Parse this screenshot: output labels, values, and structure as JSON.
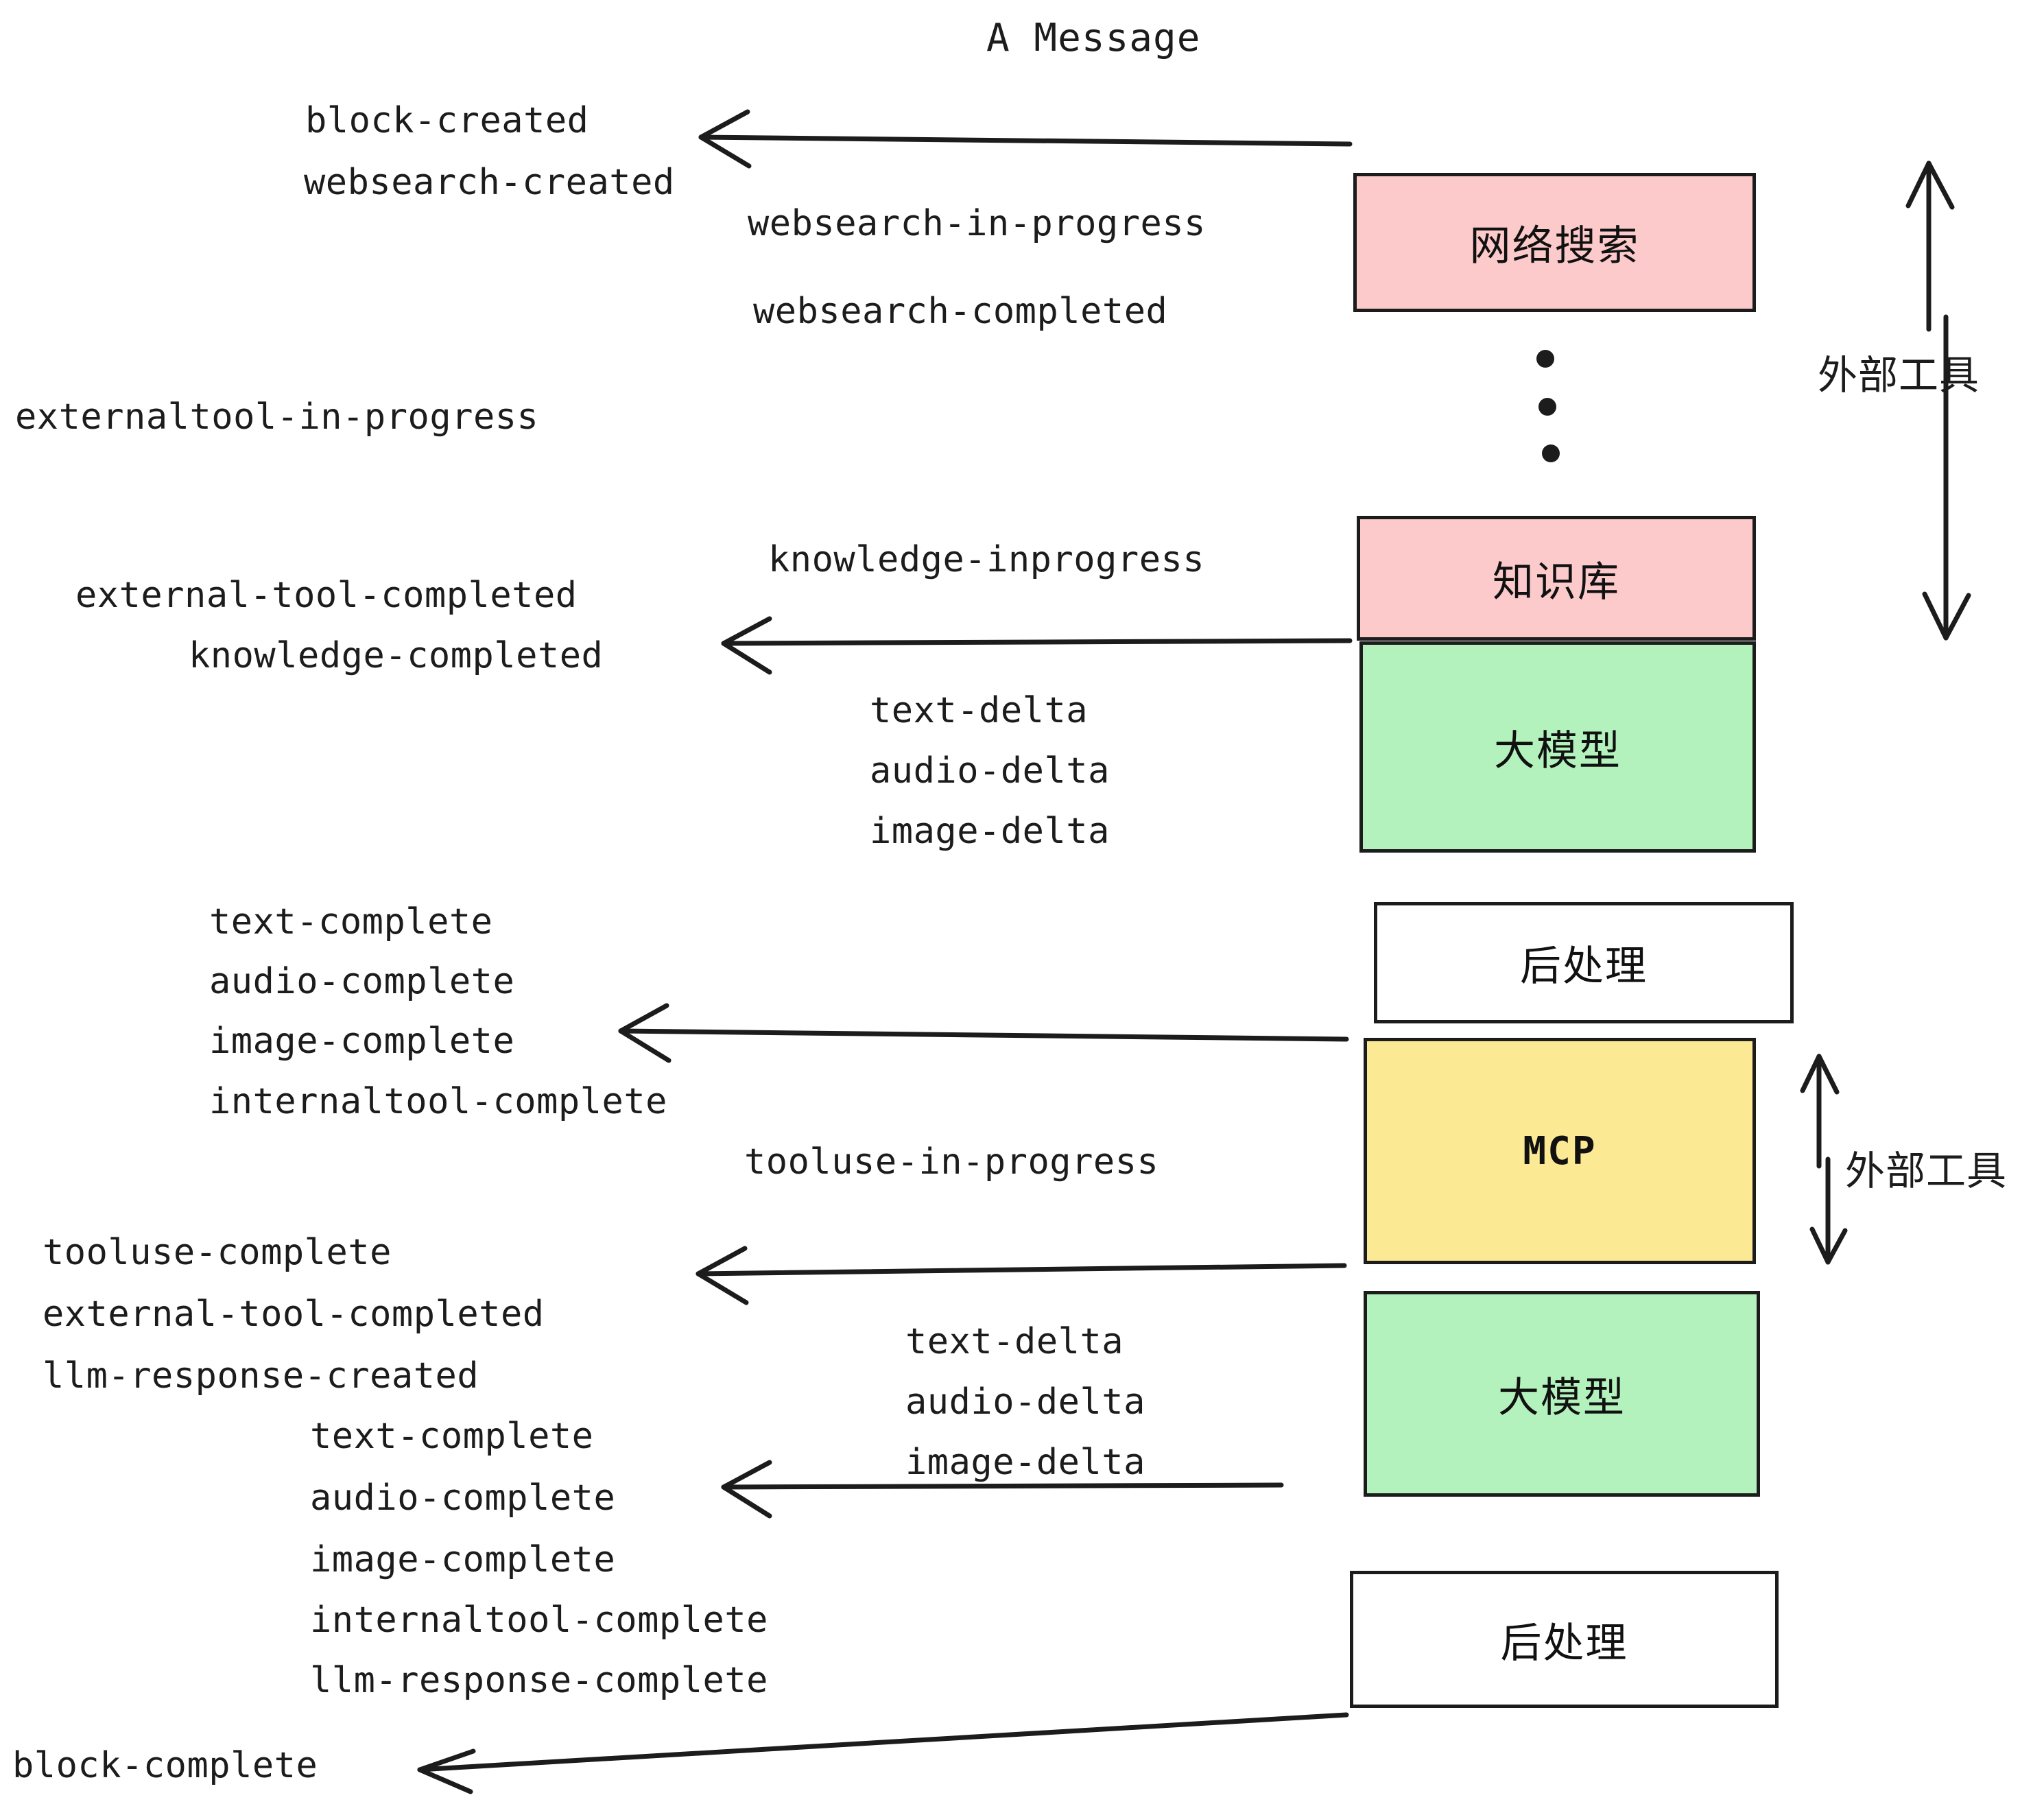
{
  "title": "A Message",
  "colors": {
    "pink": "#FCCACA",
    "green": "#B3F2BC",
    "yellow": "#FCE994",
    "white": "#FFFFFF",
    "stroke": "#1C1C1C"
  },
  "nodes": [
    {
      "id": "websearch",
      "label": "网络搜索",
      "fill": "#FCCACA"
    },
    {
      "id": "knowledge",
      "label": "知识库",
      "fill": "#FCCACA"
    },
    {
      "id": "llm-1",
      "label": "大模型",
      "fill": "#B3F2BC"
    },
    {
      "id": "postprocess-1",
      "label": "后处理",
      "fill": "#FFFFFF"
    },
    {
      "id": "mcp",
      "label": "MCP",
      "fill": "#FCE994"
    },
    {
      "id": "llm-2",
      "label": "大模型",
      "fill": "#B3F2BC"
    },
    {
      "id": "postprocess-2",
      "label": "后处理",
      "fill": "#FFFFFF"
    }
  ],
  "side_labels": [
    {
      "id": "external-tool-top",
      "label": "外部工具"
    },
    {
      "id": "external-tool-bottom",
      "label": "外部工具"
    }
  ],
  "events": [
    {
      "id": "block-created",
      "label": "block-created"
    },
    {
      "id": "websearch-created",
      "label": "websearch-created"
    },
    {
      "id": "websearch-in-progress",
      "label": "websearch-in-progress"
    },
    {
      "id": "websearch-completed",
      "label": "websearch-completed"
    },
    {
      "id": "externaltool-in-progress",
      "label": "externaltool-in-progress"
    },
    {
      "id": "knowledge-inprogress",
      "label": "knowledge-inprogress"
    },
    {
      "id": "external-tool-completed-1",
      "label": "external-tool-completed"
    },
    {
      "id": "knowledge-completed",
      "label": "knowledge-completed"
    },
    {
      "id": "text-delta-1",
      "label": "text-delta"
    },
    {
      "id": "audio-delta-1",
      "label": "audio-delta"
    },
    {
      "id": "image-delta-1",
      "label": "image-delta"
    },
    {
      "id": "text-complete-1",
      "label": "text-complete"
    },
    {
      "id": "audio-complete-1",
      "label": "audio-complete"
    },
    {
      "id": "image-complete-1",
      "label": "image-complete"
    },
    {
      "id": "internaltool-complete-1",
      "label": "internaltool-complete"
    },
    {
      "id": "tooluse-in-progress",
      "label": "tooluse-in-progress"
    },
    {
      "id": "tooluse-complete",
      "label": "tooluse-complete"
    },
    {
      "id": "external-tool-completed-2",
      "label": "external-tool-completed"
    },
    {
      "id": "llm-response-created",
      "label": "llm-response-created"
    },
    {
      "id": "text-delta-2",
      "label": "text-delta"
    },
    {
      "id": "audio-delta-2",
      "label": "audio-delta"
    },
    {
      "id": "image-delta-2",
      "label": "image-delta"
    },
    {
      "id": "text-complete-2",
      "label": "text-complete"
    },
    {
      "id": "audio-complete-2",
      "label": "audio-complete"
    },
    {
      "id": "image-complete-2",
      "label": "image-complete"
    },
    {
      "id": "internaltool-complete-2",
      "label": "internaltool-complete"
    },
    {
      "id": "llm-response-complete",
      "label": "llm-response-complete"
    },
    {
      "id": "block-complete",
      "label": "block-complete"
    }
  ]
}
